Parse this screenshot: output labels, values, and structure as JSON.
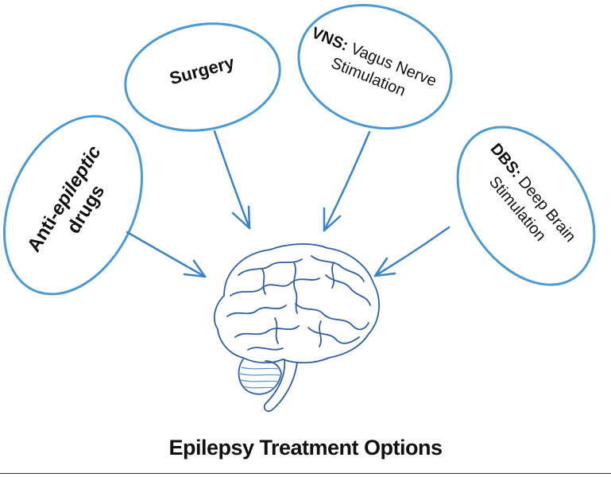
{
  "treatments": {
    "antiepileptic": {
      "line1_prefix": "Anti-",
      "line1_italic": "epileptic",
      "line2": "drugs"
    },
    "surgery": {
      "label": "Surgery"
    },
    "vns": {
      "abbr": "VNS:",
      "rest1": " Vagus Nerve",
      "rest2": "Stimulation"
    },
    "dbs": {
      "abbr": "DBS:",
      "rest1": " Deep Brain",
      "rest2": "Stimulation"
    }
  },
  "caption": "Epilepsy Treatment Options",
  "colors": {
    "ellipse_stroke": "#4a9ad6",
    "arrow": "#3b82c8",
    "brain": "#2e5fa8",
    "brain_shade": "#5b8fd0"
  }
}
